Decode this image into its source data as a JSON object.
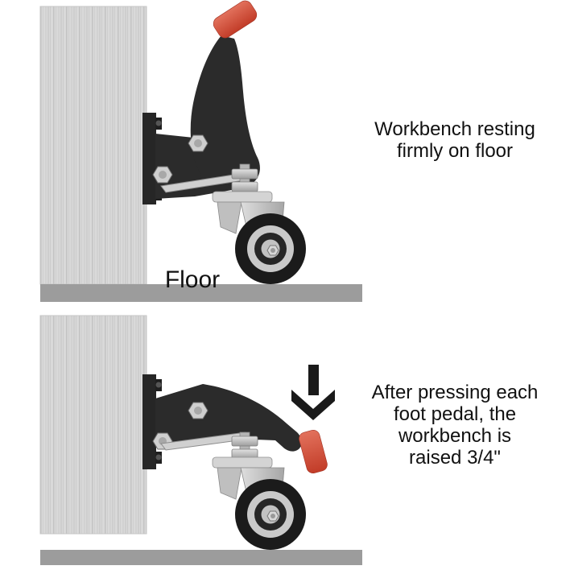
{
  "page": {
    "type": "product-instruction-diagram",
    "subject": "workbench caster foot-pedal lift kit",
    "background": "#ffffff"
  },
  "panels": [
    {
      "name": "workbench-resting",
      "pedal_state": "up",
      "bench_state": "resting on floor",
      "floor_label": "Floor",
      "caption": "Workbench resting firmly on floor",
      "caption_lines": [
        "Workbench resting",
        "firmly on floor"
      ]
    },
    {
      "name": "workbench-raised",
      "pedal_state": "pressed down",
      "bench_state": "raised 3/4 inch, wheel on floor",
      "arrow": "down",
      "caption": "After pressing each foot pedal, the workbench is raised 3/4\"",
      "caption_lines": [
        "After pressing each",
        "foot pedal, the",
        "workbench is",
        "raised 3/4\""
      ]
    }
  ],
  "colors": {
    "page_bg": "#ffffff",
    "text": "#111111",
    "wood": "#d9d9d9",
    "wood_grain": "#c3c3c3",
    "floor": "#9c9c9c",
    "metal_dark": "#2b2b2b",
    "pedal_red": "#d04a36",
    "pedal_red_light": "#e2715c",
    "pedal_red_dark": "#c23c28",
    "steel_light": "#d4d4d4",
    "steel_mid": "#b5b5b5",
    "tire_black": "#1b1b1b",
    "arrow_black": "#1a1a1a"
  }
}
